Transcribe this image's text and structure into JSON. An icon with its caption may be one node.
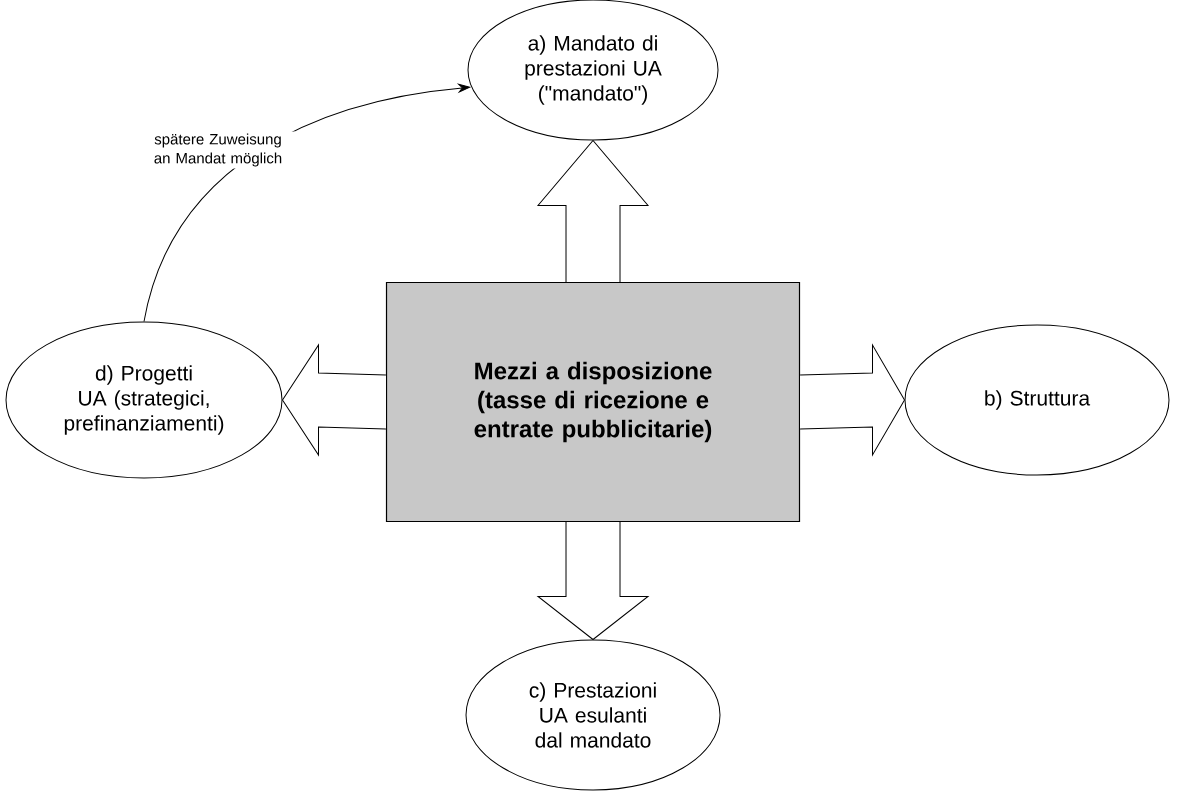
{
  "diagram": {
    "nodes": [
      {
        "text": [
          "Mezzi a disposizione (tasse di ricezione e entrate pubblicitarie)"
        ]
      },
      {
        "text": [
          "a) Mandato di prestazioni UA (\"mandato\")"
        ]
      },
      {
        "text": [
          "b) Struttura"
        ]
      },
      {
        "text": [
          "c) Prestazioni UA esulanti dal mandato"
        ]
      },
      {
        "text": [
          "d) Progetti UA (strategici, prefinanziamenti)"
        ]
      }
    ],
    "edges": [
      {
        "from": 0,
        "to": 1,
        "arrow": "to",
        "style": "thick"
      },
      {
        "from": 0,
        "to": 2,
        "arrow": "to",
        "style": "thick"
      },
      {
        "from": 0,
        "to": 3,
        "arrow": "to",
        "style": "thick"
      },
      {
        "from": 0,
        "to": 4,
        "arrow": "to",
        "style": "thick"
      },
      {
        "from": 4,
        "to": 1,
        "arrow": "to",
        "label": "spätere Zuweisung an Mandat möglich"
      }
    ]
  }
}
